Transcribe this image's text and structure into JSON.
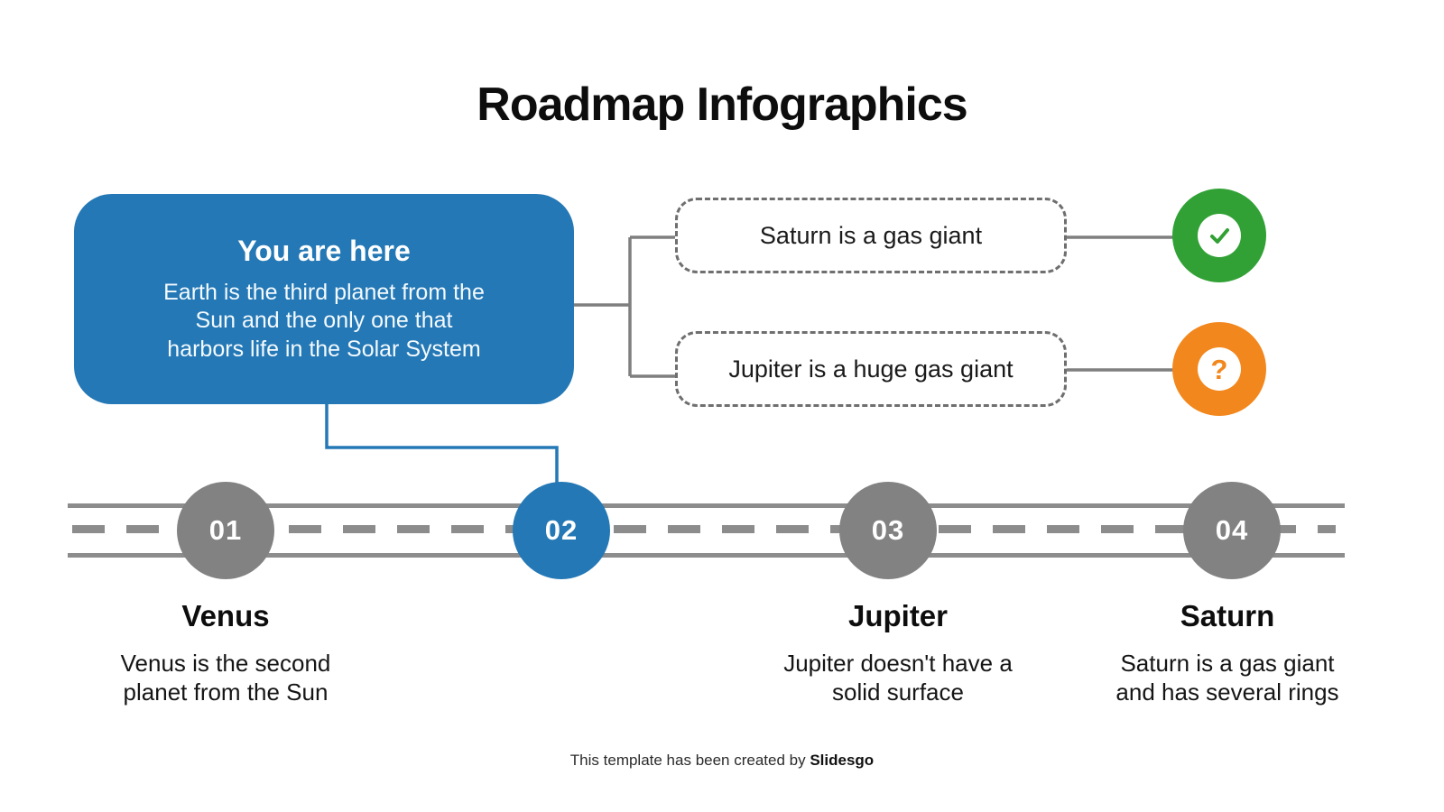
{
  "slide": {
    "title": "Roadmap Infographics",
    "highlight_card": {
      "title": "You are here",
      "body": "Earth is the third planet from the\nSun and the only one that\nharbors life in the Solar System"
    },
    "callouts": [
      {
        "text": "Saturn is a gas giant",
        "icon": "check-icon",
        "status_color": "#31A135"
      },
      {
        "text": "Jupiter is a huge gas giant",
        "icon": "question-icon",
        "status_color": "#F2871D",
        "question_glyph": "?"
      }
    ],
    "milestones": [
      {
        "number": "01",
        "active": false
      },
      {
        "number": "02",
        "active": true
      },
      {
        "number": "03",
        "active": false
      },
      {
        "number": "04",
        "active": false
      }
    ],
    "columns": [
      {
        "title": "Venus",
        "body": "Venus is the second\nplanet from the Sun"
      },
      {
        "title": "Jupiter",
        "body": "Jupiter doesn't have a\nsolid surface"
      },
      {
        "title": "Saturn",
        "body": "Saturn is a gas giant\nand has several rings"
      }
    ],
    "footer": {
      "prefix": "This template has been created by ",
      "brand": "Slidesgo"
    },
    "colors": {
      "accent_blue": "#2478B5",
      "road_gray": "#8C8C8C",
      "circle_gray": "#828282",
      "green": "#31A135",
      "orange": "#F2871D",
      "text": "#111111"
    }
  }
}
